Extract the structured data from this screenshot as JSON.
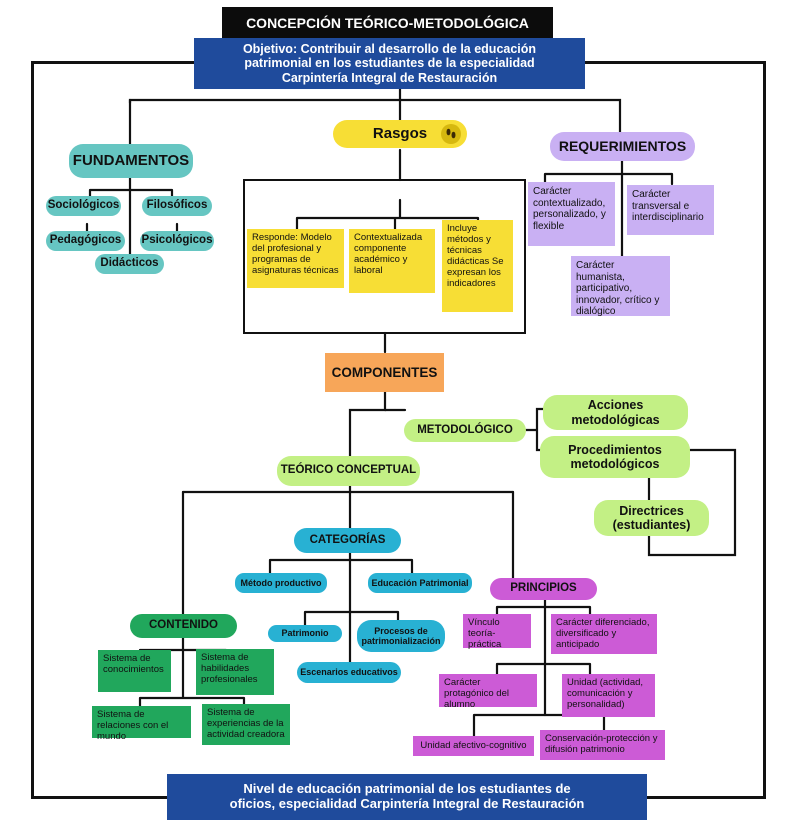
{
  "title": "CONCEPCIÓN TEÓRICO-METODOLÓGICA",
  "objective": {
    "line1": "Objetivo: Contribuir al desarrollo de la educación",
    "line2": "patrimonial en los estudiantes de la especialidad",
    "line3": "Carpintería Integral de Restauración"
  },
  "fundamentos": {
    "title": "FUNDAMENTOS",
    "items": [
      "Sociológicos",
      "Filosóficos",
      "Pedagógicos",
      "Psicológicos",
      "Didácticos"
    ]
  },
  "rasgos": {
    "title": "Rasgos",
    "icon": "footprints-icon",
    "items": [
      "Responde: Modelo del profesional y programas de asignaturas técnicas",
      "Contextualizada componente académico y laboral",
      "Incluye métodos y técnicas didácticas Se expresan los indicadores"
    ]
  },
  "requerimientos": {
    "title": "REQUERIMIENTOS",
    "items": [
      "Carácter contextualizado, personalizado, y flexible",
      "Carácter transversal e interdisciplinario",
      "Carácter humanista, participativo, innovador, crítico y dialógico"
    ]
  },
  "componentes": {
    "title": "COMPONENTES",
    "metodologico": {
      "title": "METODOLÓGICO",
      "items": [
        "Acciones metodológicas",
        "Procedimientos metodológicos",
        "Directrices (estudiantes)"
      ]
    },
    "teorico": {
      "title": "TEÓRICO CONCEPTUAL",
      "categorias": {
        "title": "CATEGORÍAS",
        "items": [
          "Método productivo",
          "Educación Patrimonial",
          "Patrimonio",
          "Procesos de patrimonialización",
          "Escenarios educativos"
        ]
      },
      "contenido": {
        "title": "CONTENIDO",
        "items": [
          "Sistema de conocimientos",
          "Sistema de habilidades profesionales",
          "Sistema de relaciones con el mundo",
          "Sistema de experiencias de la actividad creadora"
        ]
      },
      "principios": {
        "title": "PRINCIPIOS",
        "items": [
          "Vínculo teoría-práctica",
          "Carácter diferenciado, diversificado y anticipado",
          "Carácter protagónico del alumno",
          "Unidad (actividad, comunicación y personalidad)",
          "Unidad afectivo-cognitivo",
          "Conservación-protección y difusión patrimonio"
        ]
      }
    }
  },
  "result": {
    "line1": "Nivel de educación patrimonial de los estudiantes de",
    "line2": "oficios, especialidad Carpintería Integral de Restauración"
  },
  "colors": {
    "fundamentos": "#66c6c2",
    "rasgos": "#f7de35",
    "requerimientos": "#c9b0f3",
    "componentes": "#f7a659",
    "metodologico": "#c3f085",
    "categorias": "#28b1d3",
    "contenido": "#21a75c",
    "principios": "#cc5bd6",
    "banner": "#1f4b9c"
  }
}
